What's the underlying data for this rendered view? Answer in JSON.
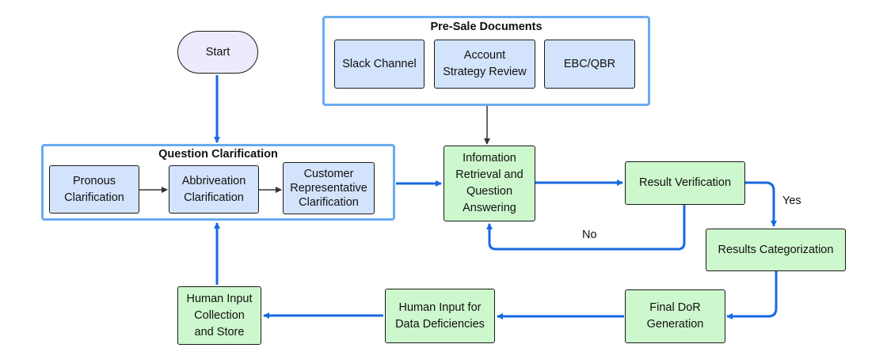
{
  "groups": {
    "pre_sale": {
      "title": "Pre-Sale  Documents"
    },
    "question_clarification": {
      "title": "Question Clarification"
    }
  },
  "nodes": {
    "start": "Start",
    "slack_channel": "Slack Channel",
    "account_strategy_review": "Account\nStrategy Review",
    "ebc_qbr": "EBC/QBR",
    "pronous_clarification": "Pronous\nClarification",
    "abbriveation_clarification": "Abbriveation\nClarification",
    "customer_rep_clarification": "Customer\nRepresentative\nClarification",
    "information_retrieval": "Infomation\nRetrieval and\nQuestion\nAnswering",
    "result_verification": "Result Verification",
    "results_categorization": "Results Categorization",
    "final_dor_generation": "Final DoR\nGeneration",
    "human_input_data_deficiencies": "Human Input for\nData Deficiencies",
    "human_input_collection": "Human Input\nCollection\nand Store"
  },
  "edge_labels": {
    "yes": "Yes",
    "no": "No"
  },
  "colors": {
    "group_border": "#6aaaf2",
    "blue_fill": "#d3e3fb",
    "green_fill": "#cdf7cc",
    "start_fill": "#ecebfd",
    "blue_arrow": "#1769e0",
    "dark_arrow": "#333333"
  }
}
